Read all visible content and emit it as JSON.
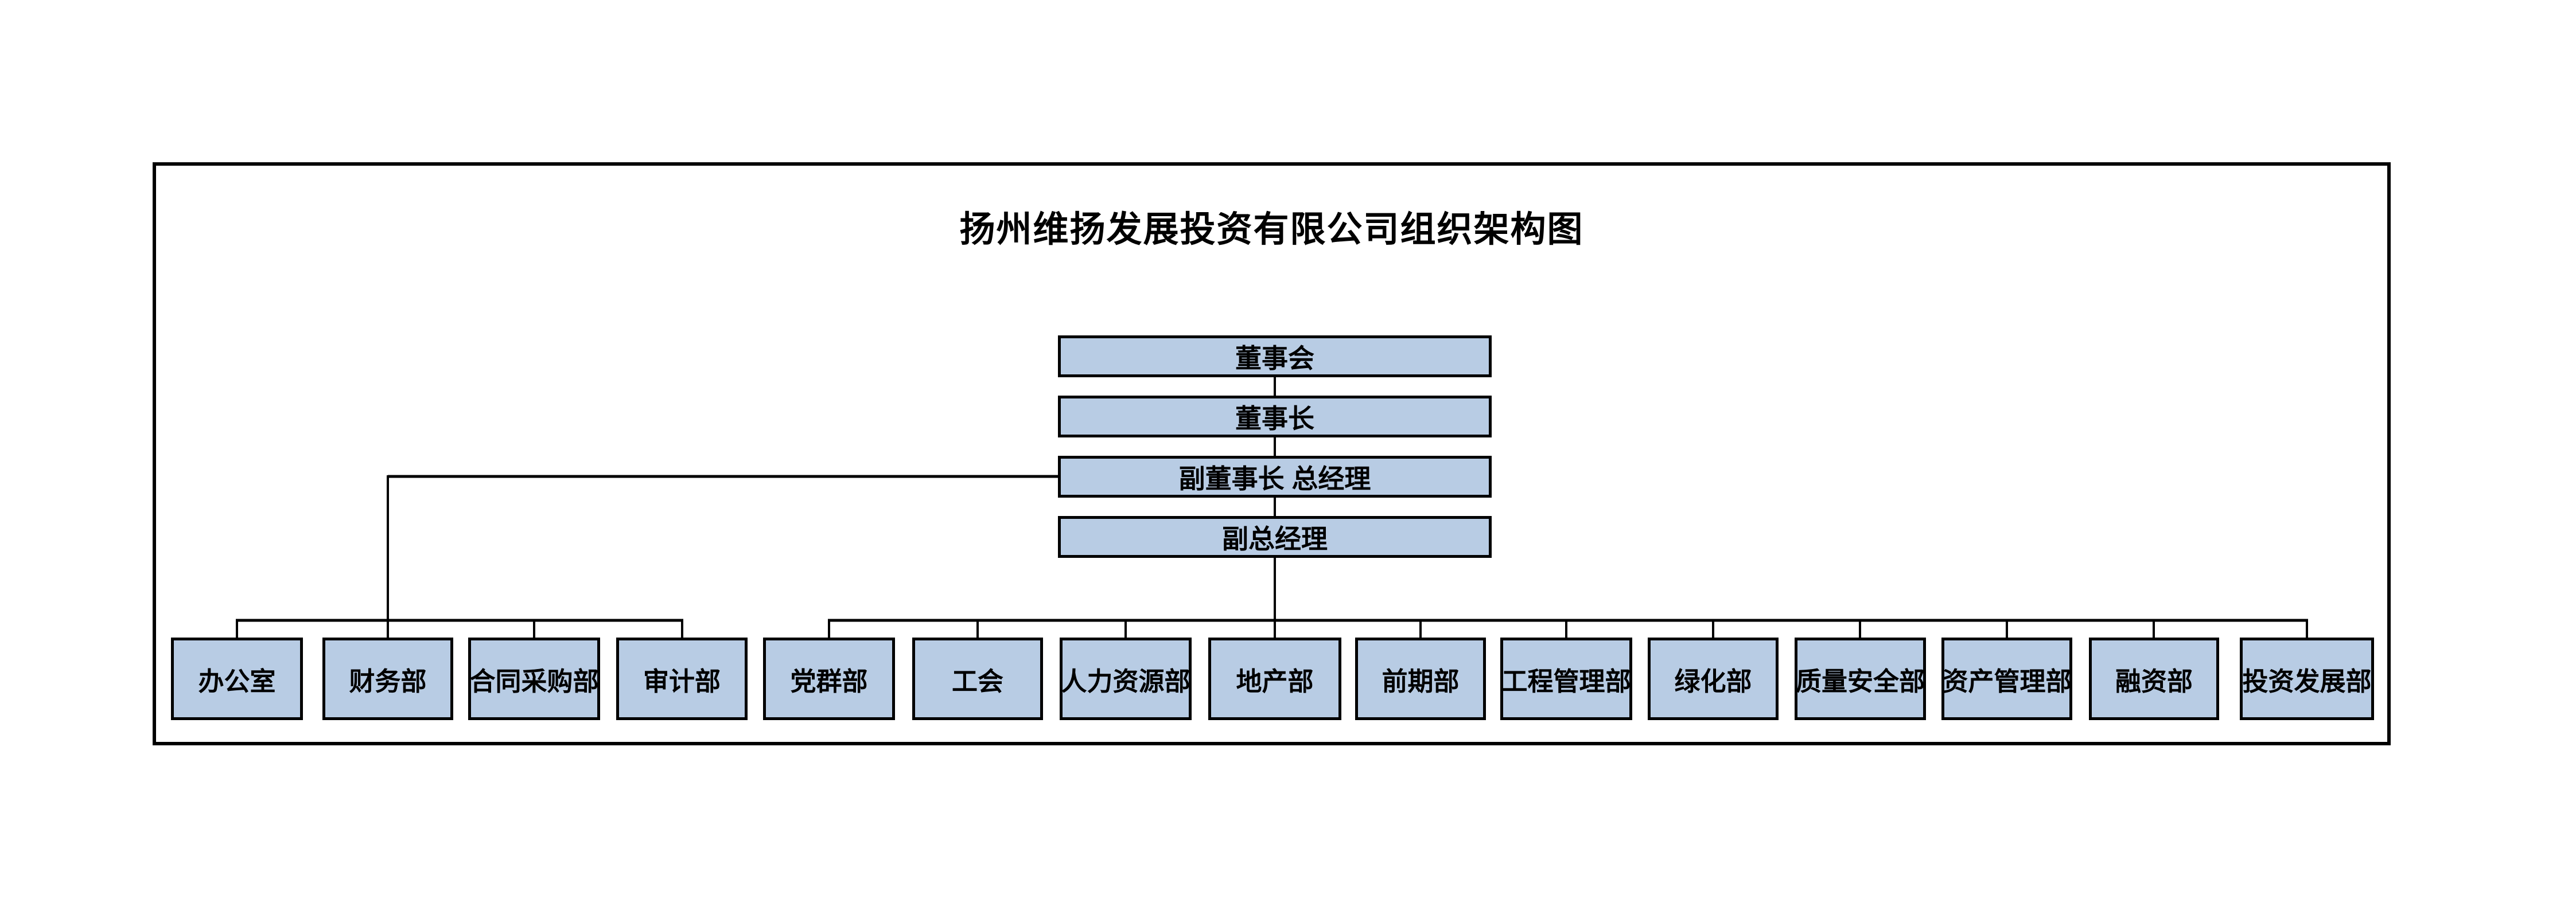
{
  "title": "扬州维扬发展投资有限公司组织架构图",
  "org": {
    "type": "org-chart",
    "chain": [
      "董事会",
      "董事长",
      "副董事长 总经理",
      "副总经理"
    ],
    "vice_chairman_branch": [
      "办公室",
      "财务部",
      "合同采购部",
      "审计部"
    ],
    "general_manager_branch": [
      "党群部",
      "工会",
      "人力资源部",
      "地产部",
      "前期部",
      "工程管理部",
      "绿化部",
      "质量安全部",
      "资产管理部",
      "融资部",
      "投资发展部"
    ]
  },
  "colors": {
    "node_fill": "#b8cce4",
    "node_border": "#000000",
    "connector": "#000000",
    "frame_border": "#000000",
    "text": "#000000",
    "background": "#ffffff"
  }
}
